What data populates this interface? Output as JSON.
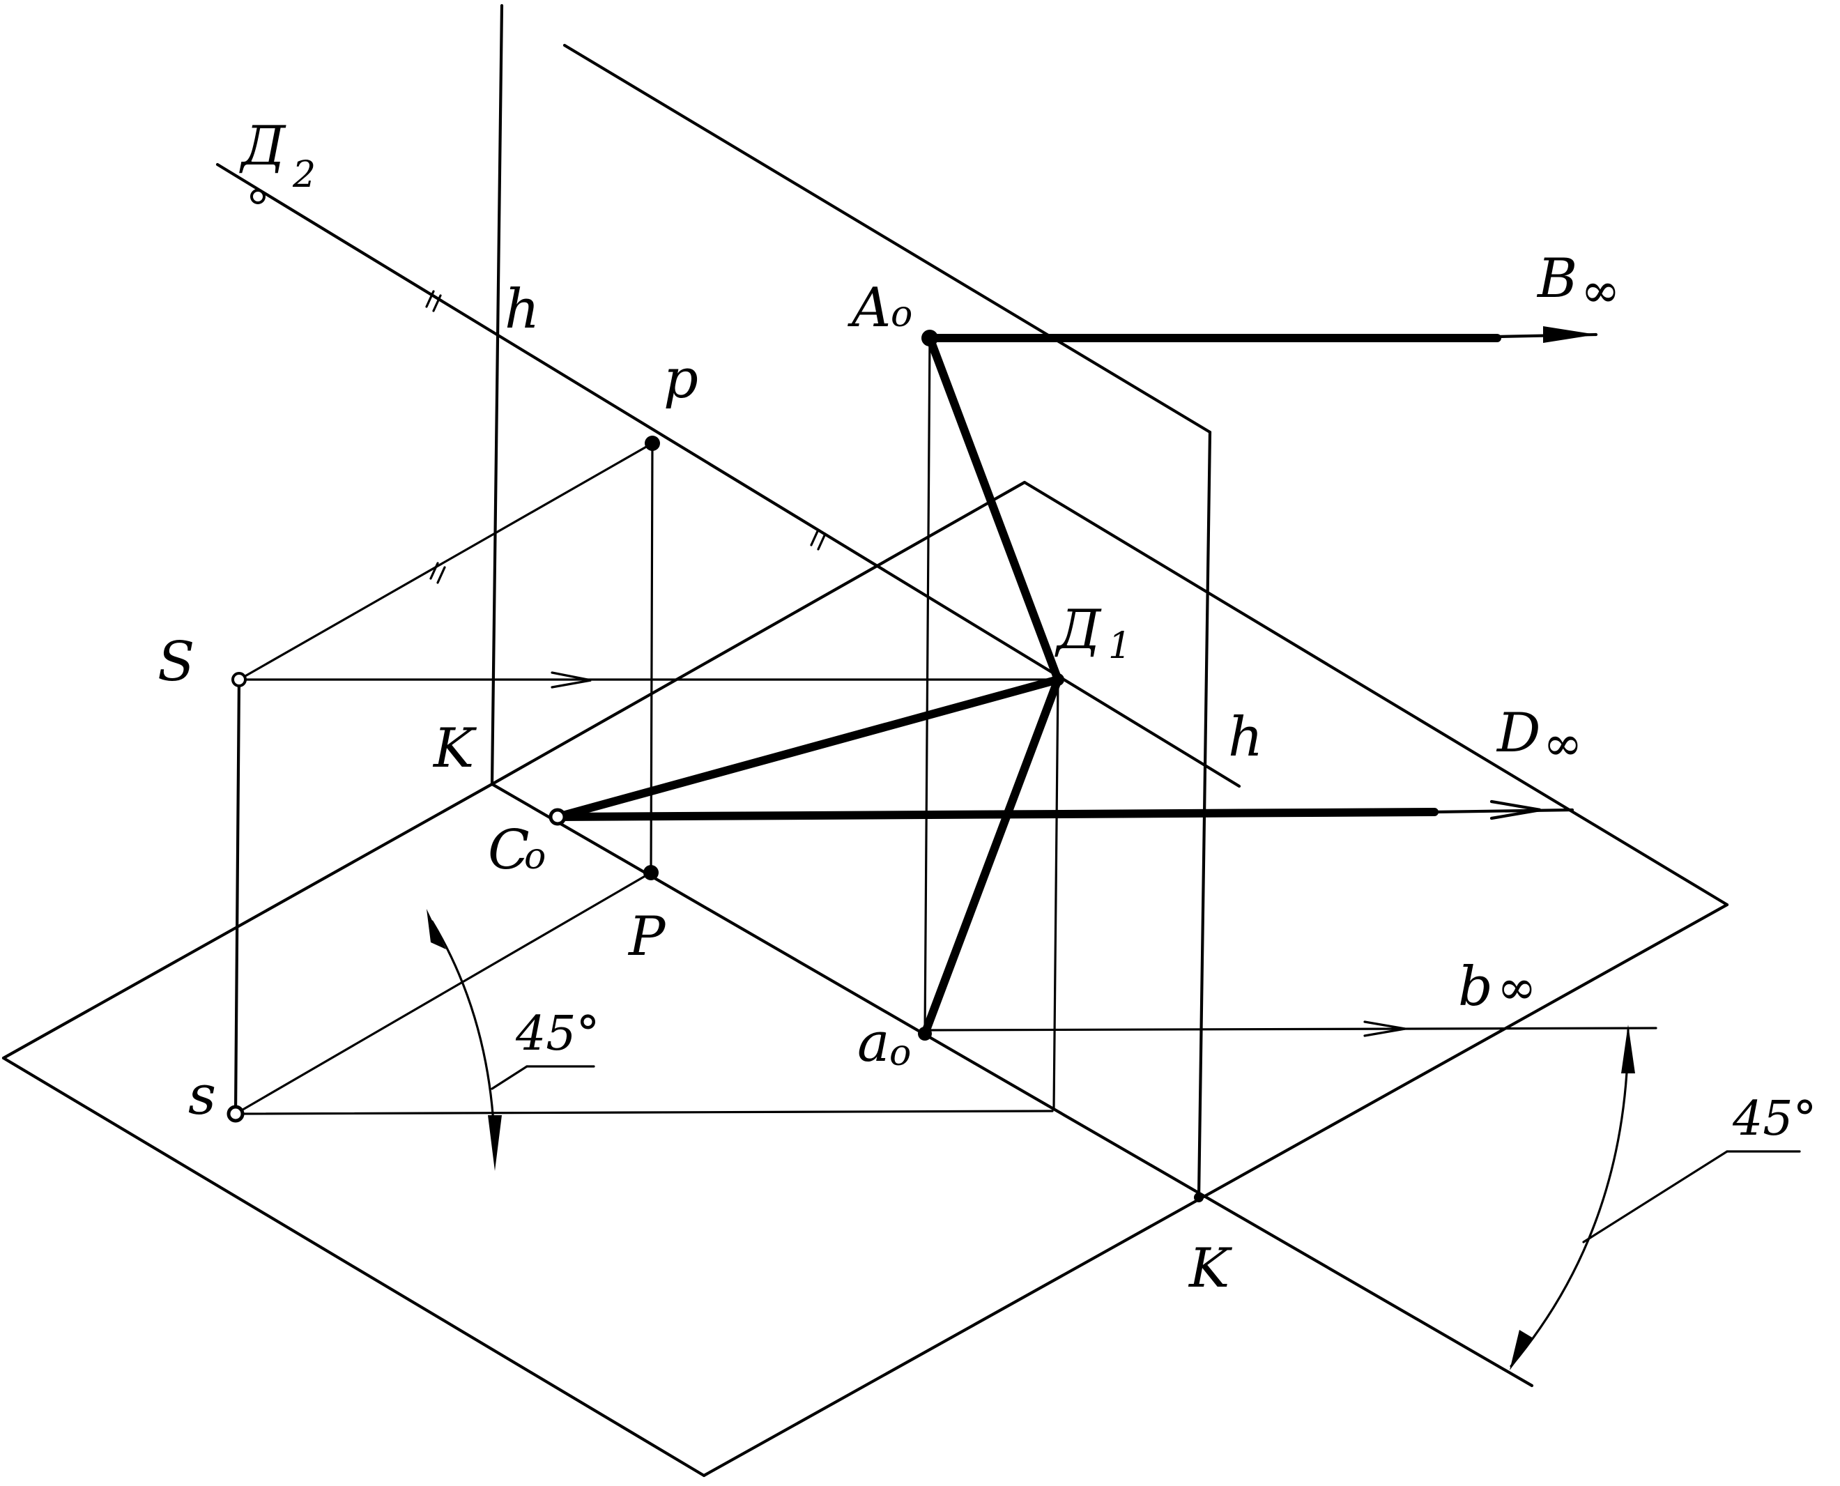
{
  "labels": {
    "D2": "Д",
    "D2_sub": "2",
    "h_top": "h",
    "A0": "A",
    "A0_sub": "o",
    "B_inf": "B",
    "B_inf_sub": "∞",
    "p_small": "p",
    "D1": "Д",
    "D1_sub": "1",
    "S": "S",
    "K_left": "K",
    "h_right": "h",
    "D_inf": "D",
    "D_inf_sub": "∞",
    "C0": "C",
    "C0_sub": "o",
    "P_big": "P",
    "b_inf": "b",
    "b_inf_sub": "∞",
    "a0": "a",
    "a0_sub": "o",
    "angle_left": "45°",
    "s_small": "s",
    "angle_right": "45°",
    "K_bottom": "K"
  },
  "colors": {
    "ink": "#000000",
    "paper": "#ffffff"
  }
}
